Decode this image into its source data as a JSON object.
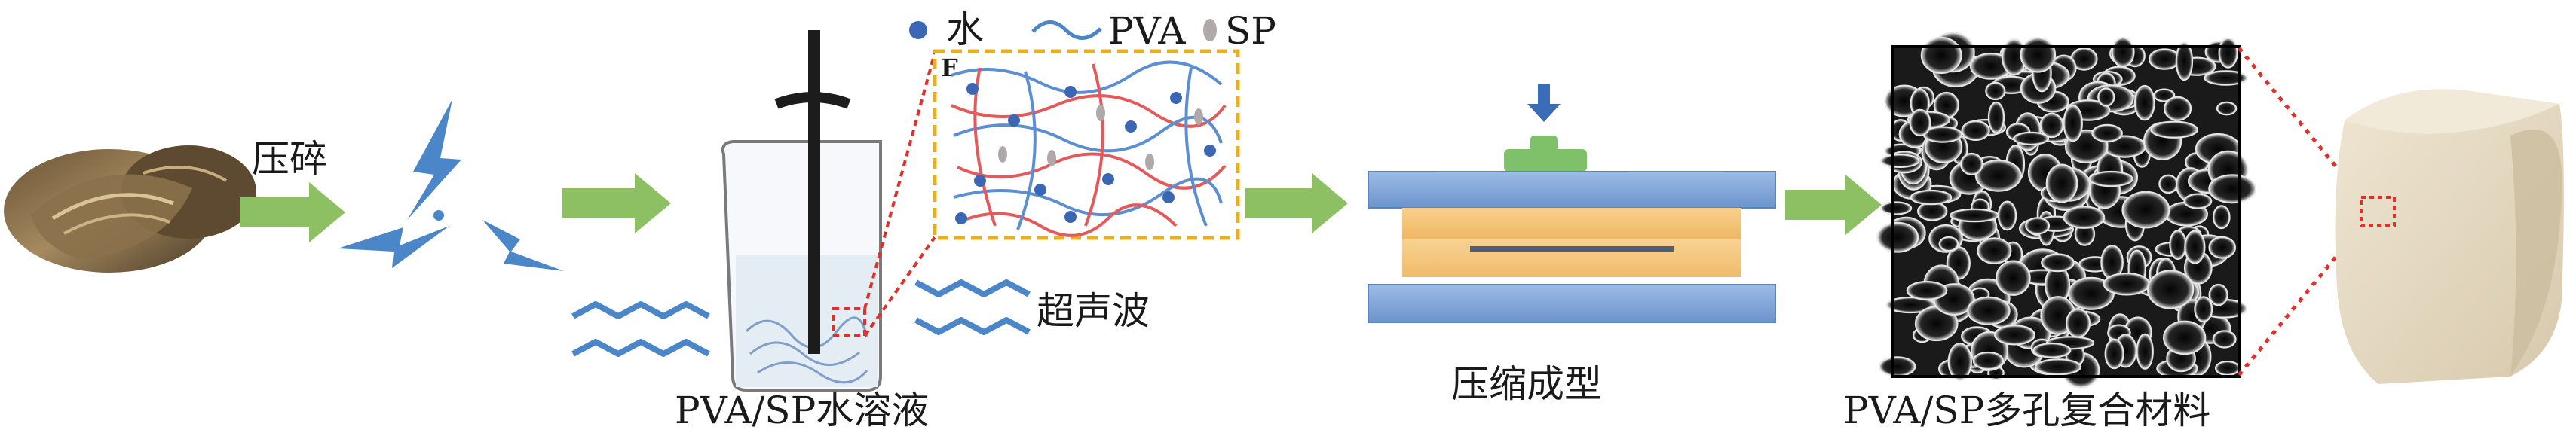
{
  "steps": {
    "crush": "压碎",
    "ultrasound": "超声波",
    "solution": "PVA/SP水溶液",
    "pressing": "压缩成型",
    "material": "PVA/SP多孔复合材料"
  },
  "legend": {
    "water": "水",
    "pva": "PVA",
    "sp": "SP"
  },
  "panel_letter": "F",
  "colors": {
    "arrow_green": "#8dbf63",
    "lightning_blue": "#4a86c8",
    "water_dot": "#3b66b4",
    "pva_strand_blue": "#5b8fd1",
    "pva_strand_red": "#e45a5a",
    "sp_particle": "#b0a9a9",
    "inset_border": "#e8b020",
    "press_plate": "#7fa6dc",
    "press_core": "#f4c476",
    "press_handle": "#7ec16a",
    "press_arrow": "#3a6db8",
    "zoom_guide": "#e0302a",
    "sem_background": "#111111",
    "foam_block": "#e7dcc7"
  },
  "icons": [
    "oyster-shell-icon",
    "lightning-bolt-icon",
    "beaker-icon",
    "stirrer-icon",
    "ultrasound-wave-icon",
    "press-icon",
    "sem-micrograph-icon",
    "foam-block-icon"
  ]
}
